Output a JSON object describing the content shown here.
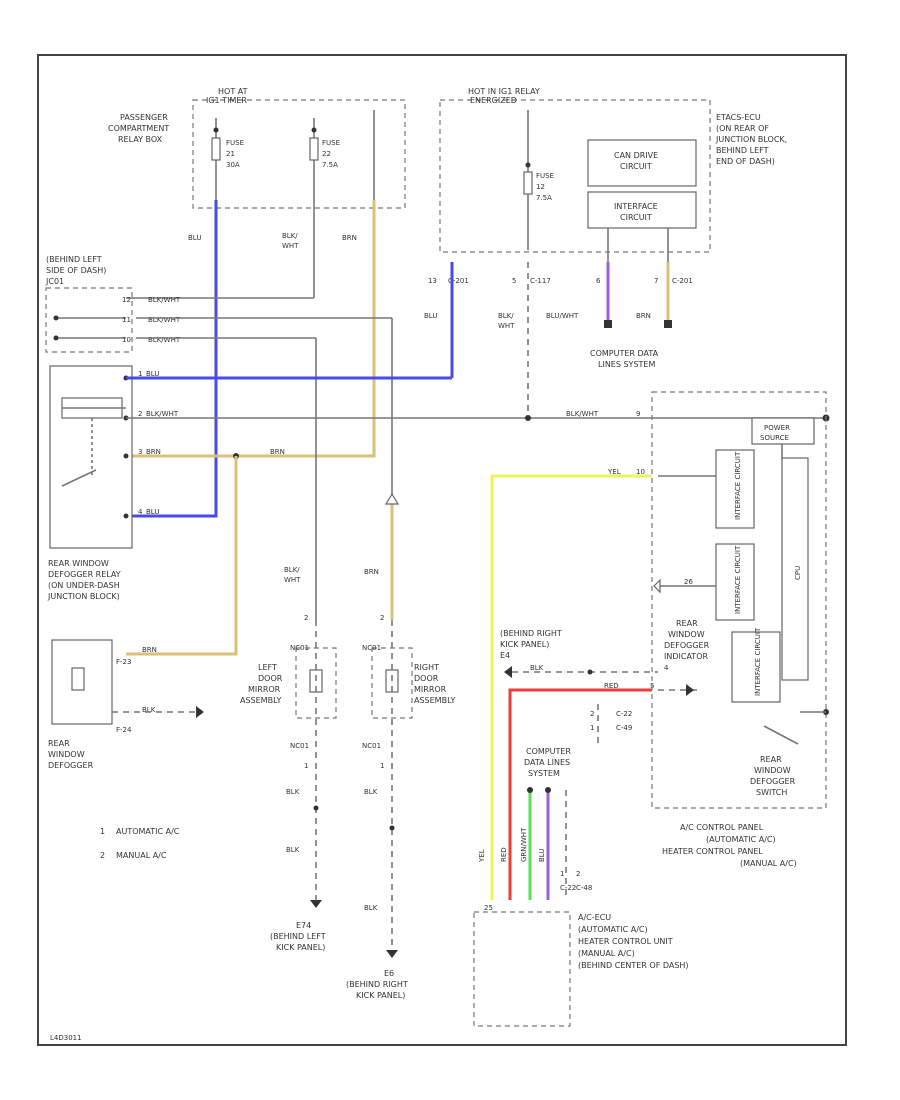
{
  "colors": {
    "blu": "#4a4ae8",
    "brn": "#d9c074",
    "yel": "#f2f25a",
    "red": "#ee3b3b",
    "grn": "#5ae05a",
    "vio": "#9a60e0",
    "wire": "#777777"
  },
  "labels": {
    "hot_at_ig_top": "HOT AT",
    "hot_at_ig_bottom": "IG1 TIMER",
    "hot_in_relay_top": "HOT IN IG1 RELAY",
    "hot_in_relay_bottom": "ENERGIZED",
    "passenger_box": [
      "PASSENGER",
      "COMPARTMENT",
      "RELAY BOX"
    ],
    "fuse_left": [
      "FUSE",
      "21",
      "30A"
    ],
    "fuse_mid": [
      "FUSE",
      "22",
      "7.5A"
    ],
    "fuse_right": [
      "FUSE",
      "12",
      "7.5A"
    ],
    "etacs": [
      "ETACS-ECU",
      "(ON REAR OF",
      "JUNCTION BLOCK,",
      "BEHIND LEFT",
      "END OF DASH)"
    ],
    "can_drive": [
      "CAN DRIVE",
      "CIRCUIT"
    ],
    "interface": [
      "INTERFACE",
      "CIRCUIT"
    ],
    "behind_left_dash": [
      "(BEHIND LEFT",
      "SIDE OF DASH)",
      "JC01"
    ],
    "w_blu_top": "BLU",
    "w_blkwht_top": [
      "BLK/",
      "WHT"
    ],
    "w_brn_top": "BRN",
    "pin_c201_13": "13",
    "conn_c201": "C-201",
    "pin_c117_5": "5",
    "conn_c117": "C-117",
    "pin_c201_6": "6",
    "pin_c201_7": "7",
    "conn_c201b": "C-201",
    "w_blu_mid": "BLU",
    "w_blkwht_mid": [
      "BLK/",
      "WHT"
    ],
    "w_bluwht": "BLU/WHT",
    "w_brn_mid": "BRN",
    "comp_data_top": [
      "COMPUTER DATA",
      "LINES SYSTEM"
    ],
    "jc_pin_a": "12",
    "jc_pin_b": "11",
    "jc_pin_c": "10",
    "jc_w_a": "BLK/WHT",
    "jc_w_b": "BLK/WHT",
    "jc_w_c": "BLK/WHT",
    "relay_pin_1": "1",
    "relay_pin_2": "2",
    "relay_pin_3": "3",
    "relay_pin_4": "4",
    "relay_w_1": "BLU",
    "relay_w_2": "BLK/WHT",
    "relay_w_3": "BRN",
    "relay_w_4": "BLU",
    "relay_w_brn2": "BRN",
    "relay_w_blkwht_long": "BLK/WHT",
    "pin_b_right": "9",
    "power_source": [
      "POWER",
      "SOURCE"
    ],
    "yel_label": "YEL",
    "pin_yel": "10",
    "rear_relay": [
      "REAR WINDOW",
      "DEFOGGER RELAY",
      "(ON UNDER-DASH",
      "JUNCTION BLOCK)"
    ],
    "w_blkwht_low": [
      "BLK/",
      "WHT"
    ],
    "w_brn_low": "BRN",
    "defogger": [
      "REAR",
      "WINDOW",
      "DEFOGGER"
    ],
    "f23": "F-23",
    "f24": "F-24",
    "w_brn_def": "BRN",
    "w_blk_def": "BLK",
    "left_mirror": [
      "LEFT",
      "DOOR",
      "MIRROR",
      "ASSEMBLY"
    ],
    "right_mirror": [
      "RIGHT",
      "DOOR",
      "MIRROR",
      "ASSEMBLY"
    ],
    "nc_l1": "NC01",
    "nc_l2": "NC01",
    "nc_r1": "NC01",
    "nc_r2": "NC01",
    "pin_l_top": "2",
    "pin_l_bot": "1",
    "pin_r_top": "2",
    "pin_r_bot": "1",
    "w_blk_l1": "BLK",
    "w_blk_l2": "BLK",
    "w_blk_r1": "BLK",
    "w_blk_r2": "BLK",
    "gnd_left": [
      "E74",
      "(BEHIND LEFT",
      "KICK PANEL)"
    ],
    "gnd_right": [
      "E6",
      "(BEHIND RIGHT",
      "KICK PANEL)"
    ],
    "kick_right": [
      "(BEHIND RIGHT",
      "KICK PANEL)",
      "E4"
    ],
    "w_blk_kick": "BLK",
    "w_red": "RED",
    "pin_kick": "4",
    "pin_red": "5",
    "conn_c22": "C-22",
    "conn_c49": "C-49",
    "pin_2": "2",
    "pin_1": "1",
    "comp_data_low": [
      "COMPUTER",
      "DATA LINES",
      "SYSTEM"
    ],
    "w_yel_v": "YEL",
    "w_red_v": "RED",
    "w_grnwht": "GRN/WHT",
    "w_blu_v": "BLU",
    "pins_bottom": [
      "1",
      "2"
    ],
    "conn_bottom": [
      "C-22",
      "C-48"
    ],
    "pin_acecu": "25",
    "acecu": [
      "A/C-ECU",
      "(AUTOMATIC A/C)",
      "HEATER CONTROL UNIT",
      "(MANUAL A/C)",
      "(BEHIND CENTER OF DASH)"
    ],
    "indicator": [
      "REAR",
      "WINDOW",
      "DEFOGGER",
      "INDICATOR"
    ],
    "switch": [
      "REAR",
      "WINDOW",
      "DEFOGGER",
      "SWITCH"
    ],
    "interface_v1": "INTERFACE CIRCUIT",
    "interface_v2": "INTERFACE CIRCUIT",
    "interface_v3": "INTERFACE CIRCUIT",
    "cpu": "CPU",
    "pin_26": "26",
    "ac_panel": [
      "A/C CONTROL PANEL",
      "(AUTOMATIC A/C)",
      "HEATER CONTROL PANEL",
      "(MANUAL A/C)"
    ],
    "legend_1_num": "1",
    "legend_1": "AUTOMATIC A/C",
    "legend_2_num": "2",
    "legend_2": "MANUAL A/C",
    "figure_code": "L4D3011"
  }
}
